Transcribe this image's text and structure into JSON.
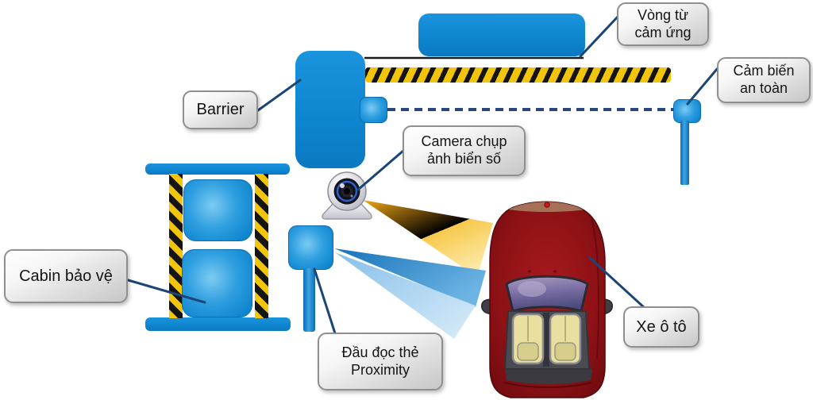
{
  "diagram": {
    "description": "Automatic parking barrier access-control system diagram",
    "labels": {
      "loop": "Vòng từ cảm ứng",
      "safety": "Cảm biến an toàn",
      "barrier": "Barrier",
      "camera": "Camera chụp ảnh biển số",
      "cabin": "Cabin bảo vệ",
      "reader": "Đầu đọc thẻ Proximity",
      "car": "Xe ô tô"
    },
    "icons": {
      "camera": "security-camera-icon",
      "car": "car-top-view-icon",
      "barrier_arm": "striped-barrier-arm",
      "beam_yellow": "camera-view-beam",
      "beam_blue": "reader-signal-beam"
    },
    "colors": {
      "blue": "#0e86d0",
      "blue_highlight": "#7dcbf2",
      "stripe_yellow": "#f2c50b",
      "stripe_black": "#141414",
      "connector_navy": "#1c4577",
      "dashed_beam_navy": "#27477e",
      "beam_yellow": "#f3a715",
      "beam_blue": "#1572b8",
      "car_red": "#8c1115",
      "label_fill": "#e3e3e3",
      "label_border": "#8f8f8f"
    }
  }
}
